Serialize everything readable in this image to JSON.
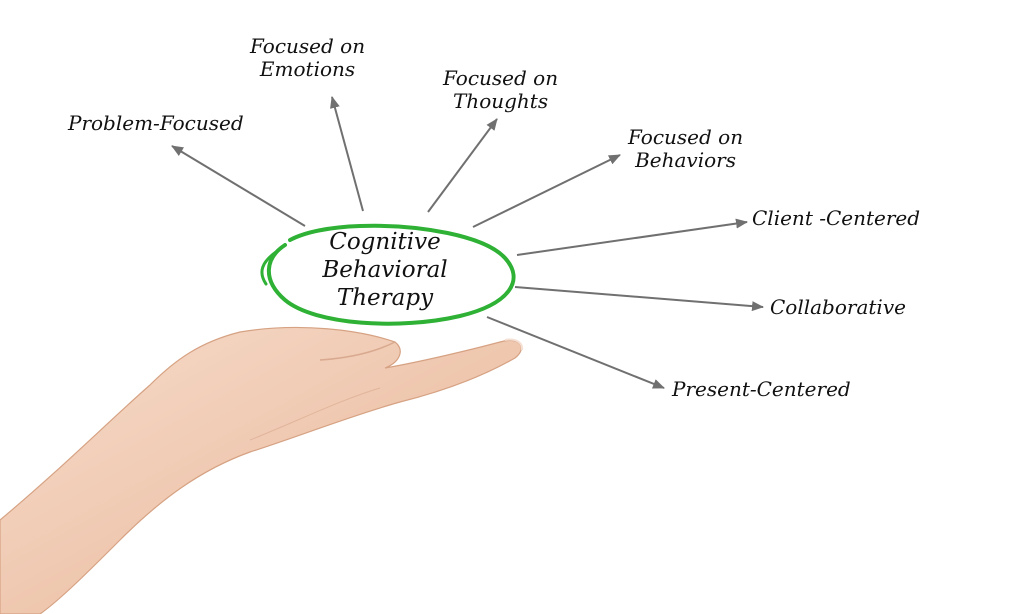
{
  "center": {
    "lines": [
      "Cognitive",
      "Behavioral",
      "Therapy"
    ],
    "ring_color": "#2eb135"
  },
  "arrow_color": "#707070",
  "labels": {
    "problem_focused": [
      "Problem-Focused"
    ],
    "focused_emotions": [
      "Focused on",
      "Emotions"
    ],
    "focused_thoughts": [
      "Focused on",
      "Thoughts"
    ],
    "focused_behaviors": [
      "Focused on",
      "Behaviors"
    ],
    "client_centered": [
      "Client -Centered"
    ],
    "collaborative": [
      "Collaborative"
    ],
    "present_centered": [
      "Present-Centered"
    ]
  },
  "icons": {
    "hand": "open-palm-hand-icon"
  }
}
